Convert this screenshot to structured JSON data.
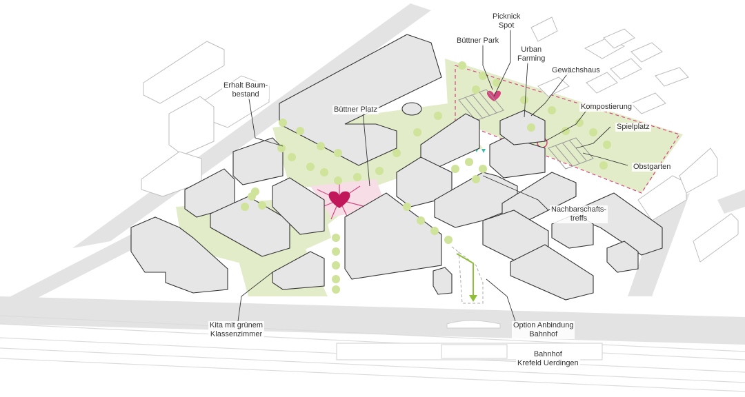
{
  "labels": {
    "picknick_spot": [
      "Picknick",
      "Spot"
    ],
    "buettner_park": "Büttner Park",
    "urban_farming": [
      "Urban",
      "Farming"
    ],
    "gewaechshaus": "Gewächshaus",
    "erhalt_baumbestand": [
      "Erhalt Baum-",
      "bestand"
    ],
    "buettner_platz": "Büttner Platz",
    "kompostierung": "Kompostierung",
    "spielplatz": "Spielplatz",
    "obstgarten": "Obstgarten",
    "nachbarschaftstreffs": [
      "Nachbarschafts-",
      "treffs"
    ],
    "kita": [
      "Kita mit grünem",
      "Klassenzimmer"
    ],
    "option_anbindung": [
      "Option Anbindung",
      "Bahnhof"
    ],
    "bahnhof": [
      "Bahnhof",
      "Krefeld Uerdingen"
    ]
  },
  "colors": {
    "green_area": "#e3ecc8",
    "tree": "#cfe39a",
    "tree_dark": "#b9d67c",
    "building_fill": "#e6e6e6",
    "building_top": "#f2f2f2",
    "outline_building": "#bdbdbd",
    "rail": "#dcdcdc",
    "accent_pink": "#c0185a",
    "arrow_green": "#8fbf3a",
    "plaza": "#f6dde6",
    "bunting": "#3fb9a8"
  }
}
